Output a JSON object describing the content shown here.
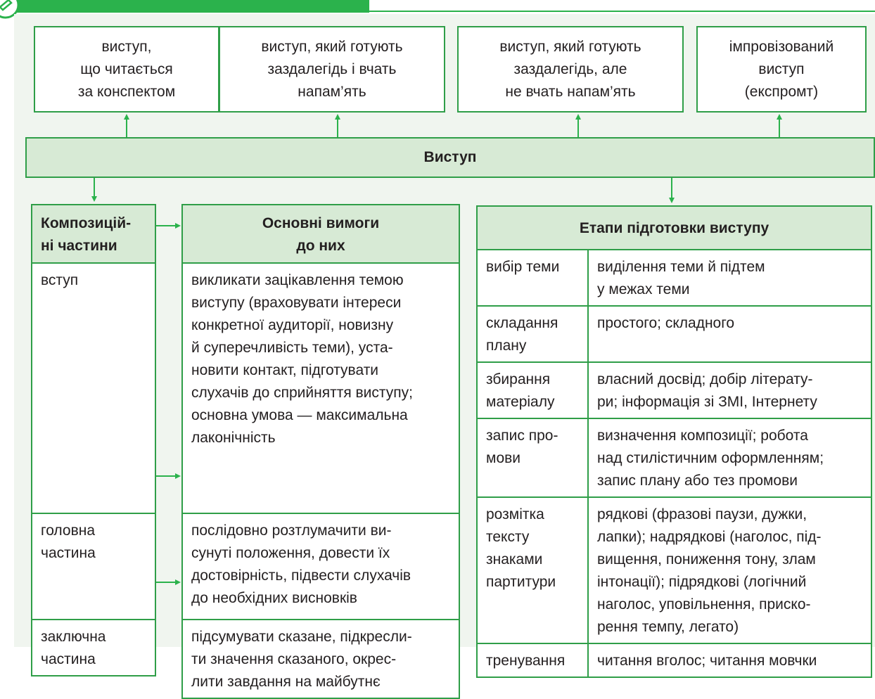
{
  "colors": {
    "accent": "#2bb24c",
    "border": "#2f9e48",
    "panel": "#f0f5ef",
    "header_fill": "#d7ead5"
  },
  "top_boxes": [
    "виступ,\nщо читається\nза конспектом",
    "виступ, який готують\nзаздалегідь і вчать\nнапам’ять",
    "виступ, який готують\nзаздалегідь, але\nне вчать напам’ять",
    "імпровізований\nвиступ\n(експромт)"
  ],
  "main_title": "Виступ",
  "parts_table": {
    "headers": [
      "Композицій-\nні частини",
      "Основні вимоги\nдо них"
    ],
    "rows": [
      {
        "part": "вступ",
        "req": "викликати зацікавлення темою\nвиступу (враховувати інтереси\nконкретної аудиторії, новизну\nй суперечливість теми), уста-\nновити контакт, підготувати\nслухачів до сприйняття виступу;\nосновна умова — максимальна\nлаконічність"
      },
      {
        "part": "головна\nчастина",
        "req": "послідовно розтлумачити ви-\nсунуті положення, довести їх\nдостовірність, підвести слухачів\nдо необхідних висновків"
      },
      {
        "part": "заключна\nчастина",
        "req": "підсумувати сказане, підкресли-\nти значення сказаного, окрес-\nлити завдання на майбутнє"
      }
    ]
  },
  "stages_table": {
    "header": "Етапи підготовки виступу",
    "rows": [
      {
        "stage": "вибір теми",
        "desc": "виділення теми й підтем\nу межах теми"
      },
      {
        "stage": "складання\nплану",
        "desc": "простого; складного"
      },
      {
        "stage": "збирання\nматеріалу",
        "desc": "власний досвід; добір літерату-\nри; інформація зі ЗМІ, Інтернету"
      },
      {
        "stage": "запис про-\nмови",
        "desc": "визначення композиції; робота\nнад стилістичним оформленням;\nзапис плану або тез промови"
      },
      {
        "stage": "розмітка\nтексту\nзнаками\nпартитури",
        "desc": "рядкові (фразові паузи, дужки,\nлапки); надрядкові (наголос, під-\nвищення, пониження тону, злам\nінтонації); підрядкові (логічний\nнаголос, уповільнення, приско-\nрення темпу, легато)"
      },
      {
        "stage": "тренування",
        "desc": "читання вголос; читання мовчки"
      }
    ]
  }
}
